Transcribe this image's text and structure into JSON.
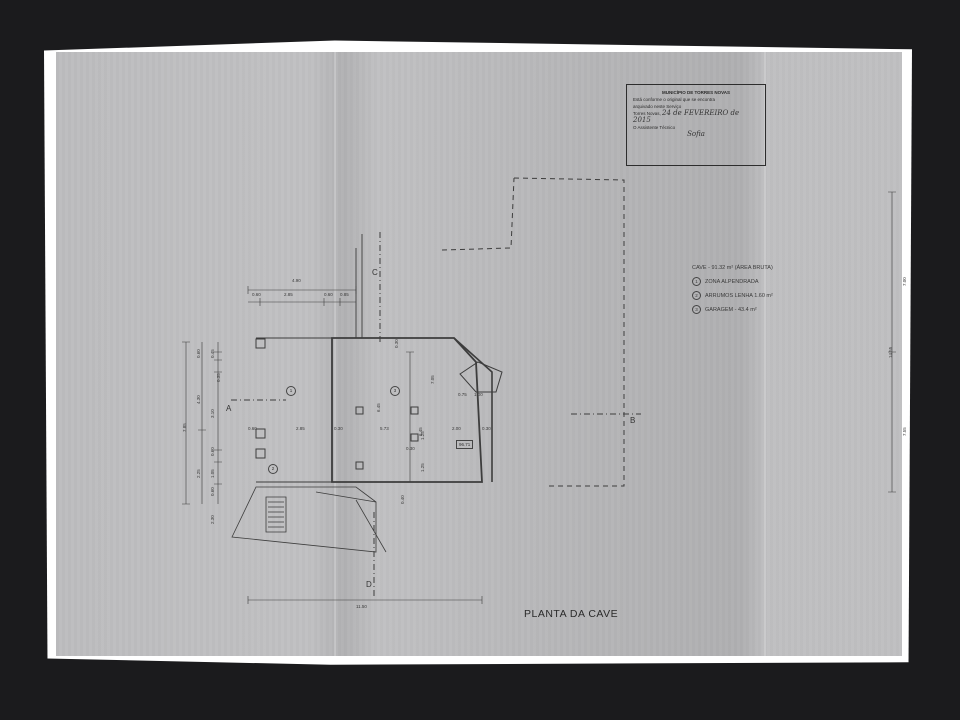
{
  "stamp": {
    "heading": "MUNICÍPIO DE TORRES NOVAS",
    "line1": "Está conforme o original que se encontra",
    "line2": "arquivado neste Serviço",
    "line3_label": "Torres Novas,",
    "line3_value": "24 de FEVEREIRO de 2015",
    "line4": "O Assistente Técnico",
    "signature": "Sofia"
  },
  "legend": {
    "heading": "CAVE - 91.32 m² (ÁREA BRUTA)",
    "items": [
      {
        "num": "1",
        "label": "ZONA ALPENDRADA"
      },
      {
        "num": "2",
        "label": "ARRUMOS LENHA 1.60 m²"
      },
      {
        "num": "3",
        "label": "GARAGEM - 43.4 m²"
      }
    ]
  },
  "title": "PLANTA DA CAVE",
  "sections": {
    "a": "A",
    "b": "B",
    "c": "C",
    "d": "D"
  },
  "rooms": {
    "r1": "1",
    "r2": "2",
    "r3": "3"
  },
  "area_box": "96.71",
  "dims": {
    "d490": "4.90",
    "d060a": "0.60",
    "d285": "2.85",
    "d060b": "0.60",
    "d085": "0.85",
    "d030t": "0.30",
    "d705": "7.05",
    "d645a": "6.45",
    "d645b": "6.45",
    "d075": "0.75",
    "d100": "1.00",
    "d060c": "0.60",
    "d285b": "2.85",
    "d030a": "0.30",
    "d573": "5.73",
    "d200": "2.00",
    "d030b": "0.30",
    "d030c": "0.30",
    "d125a": "1.25",
    "d125b": "1.25",
    "d040": "0.40",
    "d1150": "11.50",
    "v785": "7.85",
    "v060": "0.60",
    "v045": "0.45",
    "v035": "0.35",
    "v430": "4.30",
    "v310": "3.10",
    "v225": "2.25",
    "v050a": "0.60",
    "v105": "1.05",
    "v050b": "0.60",
    "v230": "2.30",
    "r1455": "14.55",
    "r700": "7.00",
    "r755": "7.55"
  }
}
